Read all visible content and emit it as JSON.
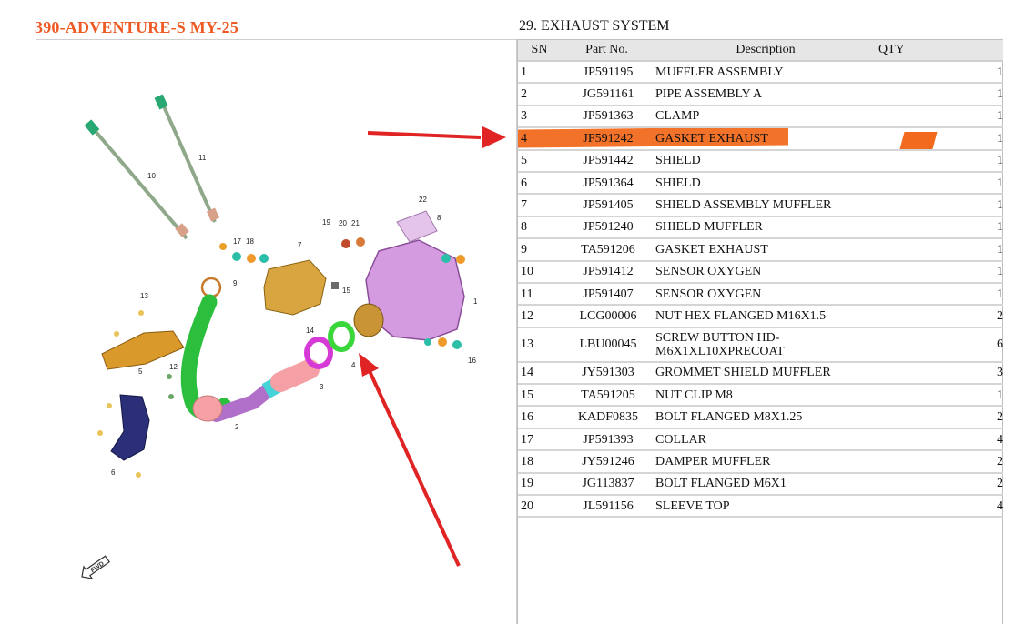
{
  "header": {
    "model_title": "390-ADVENTURE-S MY-25",
    "section_title": "29. EXHAUST SYSTEM"
  },
  "colors": {
    "title_orange": "#ee5a24",
    "highlight_orange": "#f26a1d",
    "arrow_red": "#e02424"
  },
  "table": {
    "headers": {
      "sn": "SN",
      "part": "Part No.",
      "desc": "Description",
      "qty": "QTY"
    },
    "rows": [
      {
        "sn": "1",
        "part": "JP591195",
        "desc": "MUFFLER ASSEMBLY",
        "qty": "1"
      },
      {
        "sn": "2",
        "part": "JG591161",
        "desc": "PIPE ASSEMBLY A",
        "qty": "1"
      },
      {
        "sn": "3",
        "part": "JP591363",
        "desc": "CLAMP",
        "qty": "1"
      },
      {
        "sn": "4",
        "part": "JF591242",
        "desc": "GASKET EXHAUST",
        "qty": "1"
      },
      {
        "sn": "5",
        "part": "JP591442",
        "desc": "SHIELD",
        "qty": "1"
      },
      {
        "sn": "6",
        "part": "JP591364",
        "desc": "SHIELD",
        "qty": "1"
      },
      {
        "sn": "7",
        "part": "JP591405",
        "desc": "SHIELD ASSEMBLY MUFFLER",
        "qty": "1"
      },
      {
        "sn": "8",
        "part": "JP591240",
        "desc": "SHIELD MUFFLER",
        "qty": "1"
      },
      {
        "sn": "9",
        "part": "TA591206",
        "desc": "GASKET EXHAUST",
        "qty": "1"
      },
      {
        "sn": "10",
        "part": "JP591412",
        "desc": "SENSOR OXYGEN",
        "qty": "1"
      },
      {
        "sn": "11",
        "part": "JP591407",
        "desc": "SENSOR OXYGEN",
        "qty": "1"
      },
      {
        "sn": "12",
        "part": "LCG00006",
        "desc": "NUT HEX FLANGED M16X1.5",
        "qty": "2"
      },
      {
        "sn": "13",
        "part": "LBU00045",
        "desc": "SCREW BUTTON HD-M6X1XL10XPRECOAT",
        "desc_line1": "SCREW BUTTON HD-",
        "desc_line2": "M6X1XL10XPRECOAT",
        "qty": "6"
      },
      {
        "sn": "14",
        "part": "JY591303",
        "desc": "GROMMET SHIELD MUFFLER",
        "qty": "3"
      },
      {
        "sn": "15",
        "part": "TA591205",
        "desc": "NUT CLIP M8",
        "qty": "1"
      },
      {
        "sn": "16",
        "part": "KADF0835",
        "desc": "BOLT FLANGED M8X1.25",
        "qty": "2"
      },
      {
        "sn": "17",
        "part": "JP591393",
        "desc": "COLLAR",
        "qty": "4"
      },
      {
        "sn": "18",
        "part": "JY591246",
        "desc": "DAMPER MUFFLER",
        "qty": "2"
      },
      {
        "sn": "19",
        "part": "JG113837",
        "desc": "BOLT FLANGED M6X1",
        "qty": "2"
      },
      {
        "sn": "20",
        "part": "JL591156",
        "desc": "SLEEVE TOP",
        "qty": "4"
      }
    ]
  },
  "diagram": {
    "fwd_label": "FWD",
    "callouts": [
      "1",
      "2",
      "3",
      "4",
      "5",
      "6",
      "7",
      "8",
      "9",
      "10",
      "11",
      "12",
      "13",
      "14",
      "15",
      "16",
      "17",
      "18",
      "19",
      "20",
      "21",
      "22"
    ]
  }
}
